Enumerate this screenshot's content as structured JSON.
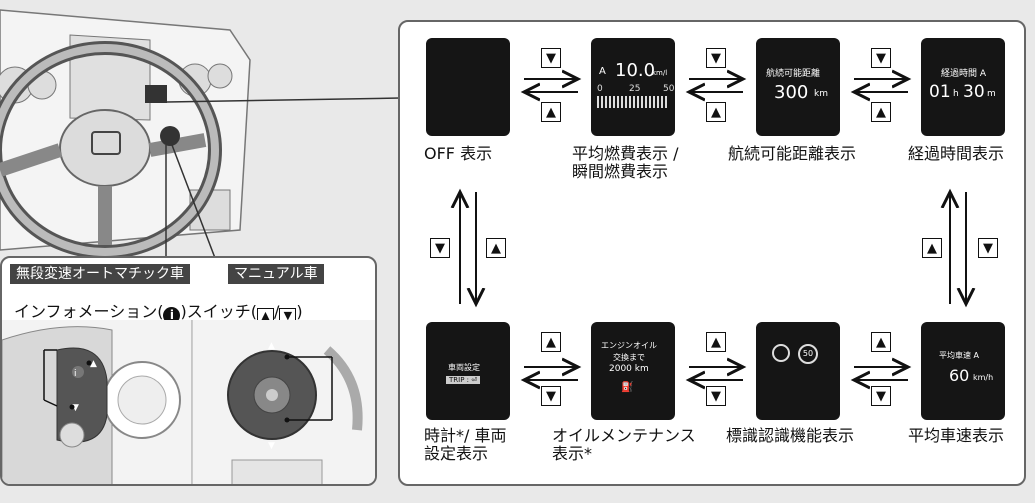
{
  "callout": {
    "tab_cvt": "無段変速オートマチック車",
    "tab_manual": "マニュアル車",
    "switch_prefix": "インフォメーション(",
    "switch_mid": ")スイッチ(",
    "switch_slash": "/",
    "switch_suffix": ")"
  },
  "icons": {
    "up": "▲",
    "down": "▼",
    "info": "i"
  },
  "screens": {
    "fuel": {
      "mode": "A",
      "value": "10.0",
      "unit": "km/l",
      "scale_min": "0",
      "scale_mid": "25",
      "scale_max": "50"
    },
    "range": {
      "title": "航続可能距離",
      "value": "300",
      "unit": "km"
    },
    "elapsed": {
      "title": "経過時間 A",
      "hours": "01",
      "h_unit": "h",
      "minutes": "30",
      "m_unit": "m"
    },
    "settings": {
      "title": "車両設定",
      "trip": "TRIP : ⏎"
    },
    "oil": {
      "line1": "エンジンオイル",
      "line2": "交換まで",
      "line3": "2000 km"
    },
    "sign": {
      "limit": "50"
    },
    "speed": {
      "title": "平均車速 A",
      "value": "60",
      "unit": "km/h"
    }
  },
  "captions": {
    "off": "OFF 表示",
    "fuel_line1": "平均燃費表示 /",
    "fuel_line2": "瞬間燃費表示",
    "range": "航続可能距離表示",
    "elapsed": "経過時間表示",
    "clock_line1": "時計*/ 車両",
    "clock_line2": "設定表示",
    "oil_line1": "オイルメンテナンス",
    "oil_line2": "表示*",
    "sign": "標識認識機能表示",
    "speed": "平均車速表示"
  }
}
